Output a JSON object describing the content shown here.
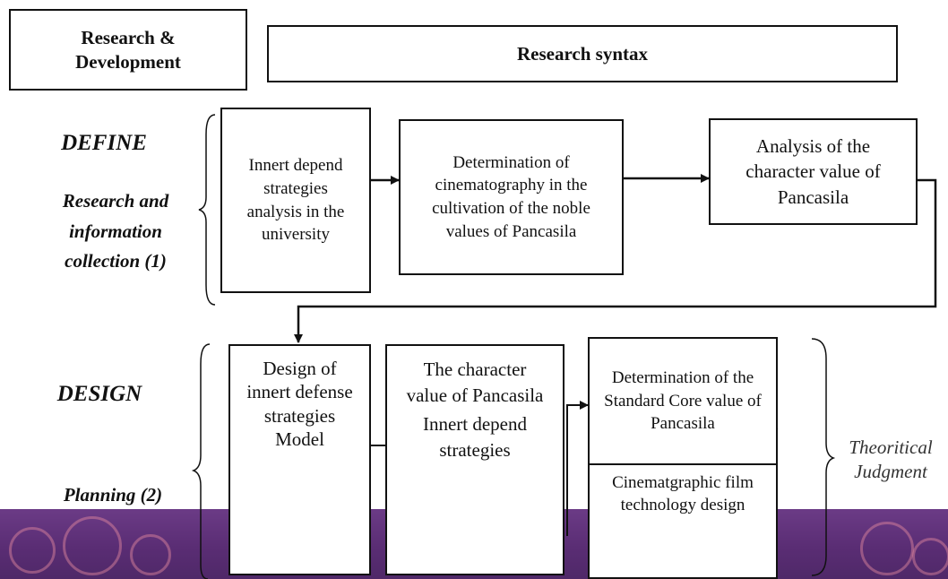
{
  "header": {
    "rd_title": "Research & Development",
    "syntax_title": "Research syntax"
  },
  "define": {
    "phase": "DEFINE",
    "stage": "Research and information collection (1)",
    "box1": "Innert depend strategies analysis in the university",
    "box2": "Determination of cinematography in the cultivation of the noble values of Pancasila",
    "box3": "Analysis of the character value of Pancasila"
  },
  "design": {
    "phase": "DESIGN",
    "stage": "Planning (2)",
    "box1": "Design of innert defense strategies Model",
    "box2_top": "The character value of Pancasila",
    "box2_bottom": "Innert depend strategies",
    "box3_top": "Determination of the Standard Core value of Pancasila",
    "box3_bottom": "Cinematgraphic film technology design",
    "judgment": "Theoritical Judgment"
  },
  "colors": {
    "band": "#5a2d74",
    "line": "#111111"
  }
}
